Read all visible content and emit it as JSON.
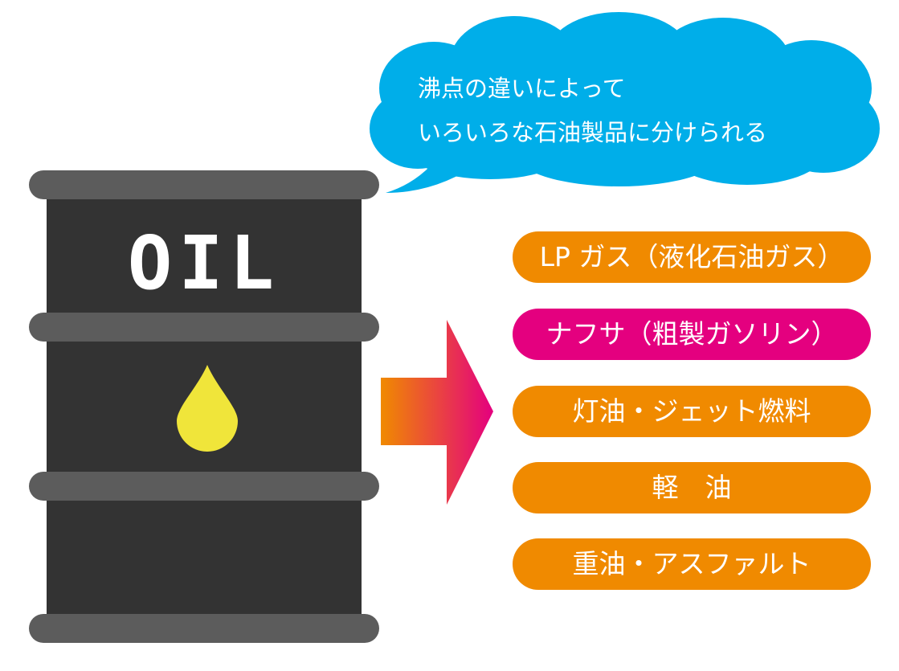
{
  "colors": {
    "barrel_body": "#333333",
    "barrel_rim": "#5c5c5c",
    "oil_drop": "#f0e53a",
    "bubble": "#00aee9",
    "arrow_start": "#f08a00",
    "arrow_end": "#e4007f"
  },
  "barrel": {
    "label": "OIL",
    "drop_icon": "oil-drop-icon"
  },
  "bubble": {
    "line1": "沸点の違いによって",
    "line2": "いろいろな石油製品に分けられる"
  },
  "products": [
    {
      "label": "LP ガス（液化石油ガス）",
      "color": "#f08a00"
    },
    {
      "label": "ナフサ（粗製ガソリン）",
      "color": "#e4007f"
    },
    {
      "label": "灯油・ジェット燃料",
      "color": "#f08a00"
    },
    {
      "label": "軽　油",
      "color": "#f08a00"
    },
    {
      "label": "重油・アスファルト",
      "color": "#f08a00"
    }
  ]
}
